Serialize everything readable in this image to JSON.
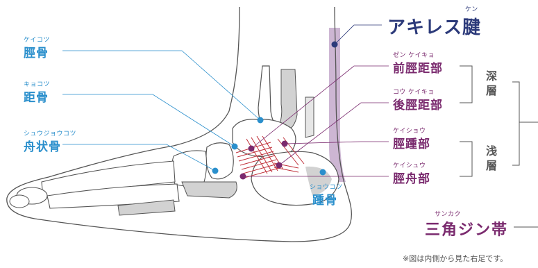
{
  "colors": {
    "bone_label": "#2a8fcc",
    "ligament_label": "#7a2a6e",
    "achilles_label": "#2c3a7a",
    "tendon_fill": "#cdb6d3",
    "ligament_lines": "#c0303a",
    "bone_outline": "#555555",
    "bone_shade": "#d2d2d2"
  },
  "bones": {
    "tibia": {
      "ruby": "ケイコツ",
      "label": "脛骨"
    },
    "talus": {
      "ruby": "キョコツ",
      "label": "距骨"
    },
    "navicular": {
      "ruby": "シュウジョウコツ",
      "label": "舟状骨"
    },
    "calcaneus": {
      "ruby": "ショウコツ",
      "label": "踵骨"
    }
  },
  "achilles": {
    "ruby": "ケン",
    "label": "アキレス腱"
  },
  "ligaments": {
    "anterior_tibiotalar": {
      "ruby": "ゼン ケイキョ",
      "label": "前脛距部"
    },
    "posterior_tibiotalar": {
      "ruby": "コウ ケイキョ",
      "label": "後脛距部"
    },
    "tibiocalcaneal": {
      "ruby": "ケイショウ",
      "label": "脛踵部"
    },
    "tibionavicular": {
      "ruby": "ケイシュウ",
      "label": "脛舟部"
    }
  },
  "groups": {
    "deep": "深層",
    "superficial": "浅層"
  },
  "deltoid": {
    "ruby": "サンカク",
    "label": "三角ジン帯"
  },
  "note": "※図は内側から見た右足です。"
}
